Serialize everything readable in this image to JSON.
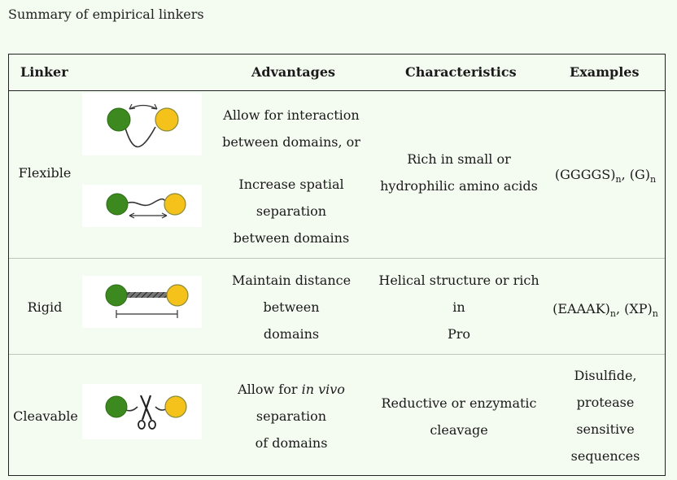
{
  "caption": "Summary of empirical linkers",
  "headers": {
    "linker": "Linker",
    "advantages": "Advantages",
    "characteristics": "Characteristics",
    "examples": "Examples"
  },
  "rows": [
    {
      "linker": "Flexible",
      "advantages": [
        "Allow for interaction",
        "between domains, or"
      ],
      "advantages_b": [
        "Increase spatial",
        "separation",
        "between domains"
      ],
      "characteristics": [
        "Rich in small or",
        "hydrophilic amino acids"
      ],
      "examples": {
        "a": "(GGGGS)",
        "a_sub": "n",
        "sep": ", ",
        "b": "(G)",
        "b_sub": "n"
      }
    },
    {
      "linker": "Rigid",
      "advantages": [
        "Maintain distance",
        "between",
        "domains"
      ],
      "characteristics": [
        "Helical structure or rich",
        "in",
        "Pro"
      ],
      "examples": {
        "a": "(EAAAK)",
        "a_sub": "n",
        "sep": ", ",
        "b": "(XP)",
        "b_sub": "n"
      }
    },
    {
      "linker": "Cleavable",
      "advantages": {
        "pre": "Allow for ",
        "italic": "in vivo",
        "l2": "separation",
        "l3": "of domains"
      },
      "characteristics": [
        "Reductive or enzymatic",
        "cleavage"
      ],
      "examples": [
        "Disulfide,",
        "protease",
        "sensitive",
        "sequences"
      ]
    }
  ],
  "colors": {
    "background": "#f4fbf1",
    "domain_green": "#3c8a1f",
    "domain_yellow": "#f5c21b"
  },
  "icons": [
    "flexible-linker-arc-diagram",
    "flexible-linker-extended-diagram",
    "rigid-linker-diagram",
    "cleavable-linker-scissors-diagram"
  ]
}
